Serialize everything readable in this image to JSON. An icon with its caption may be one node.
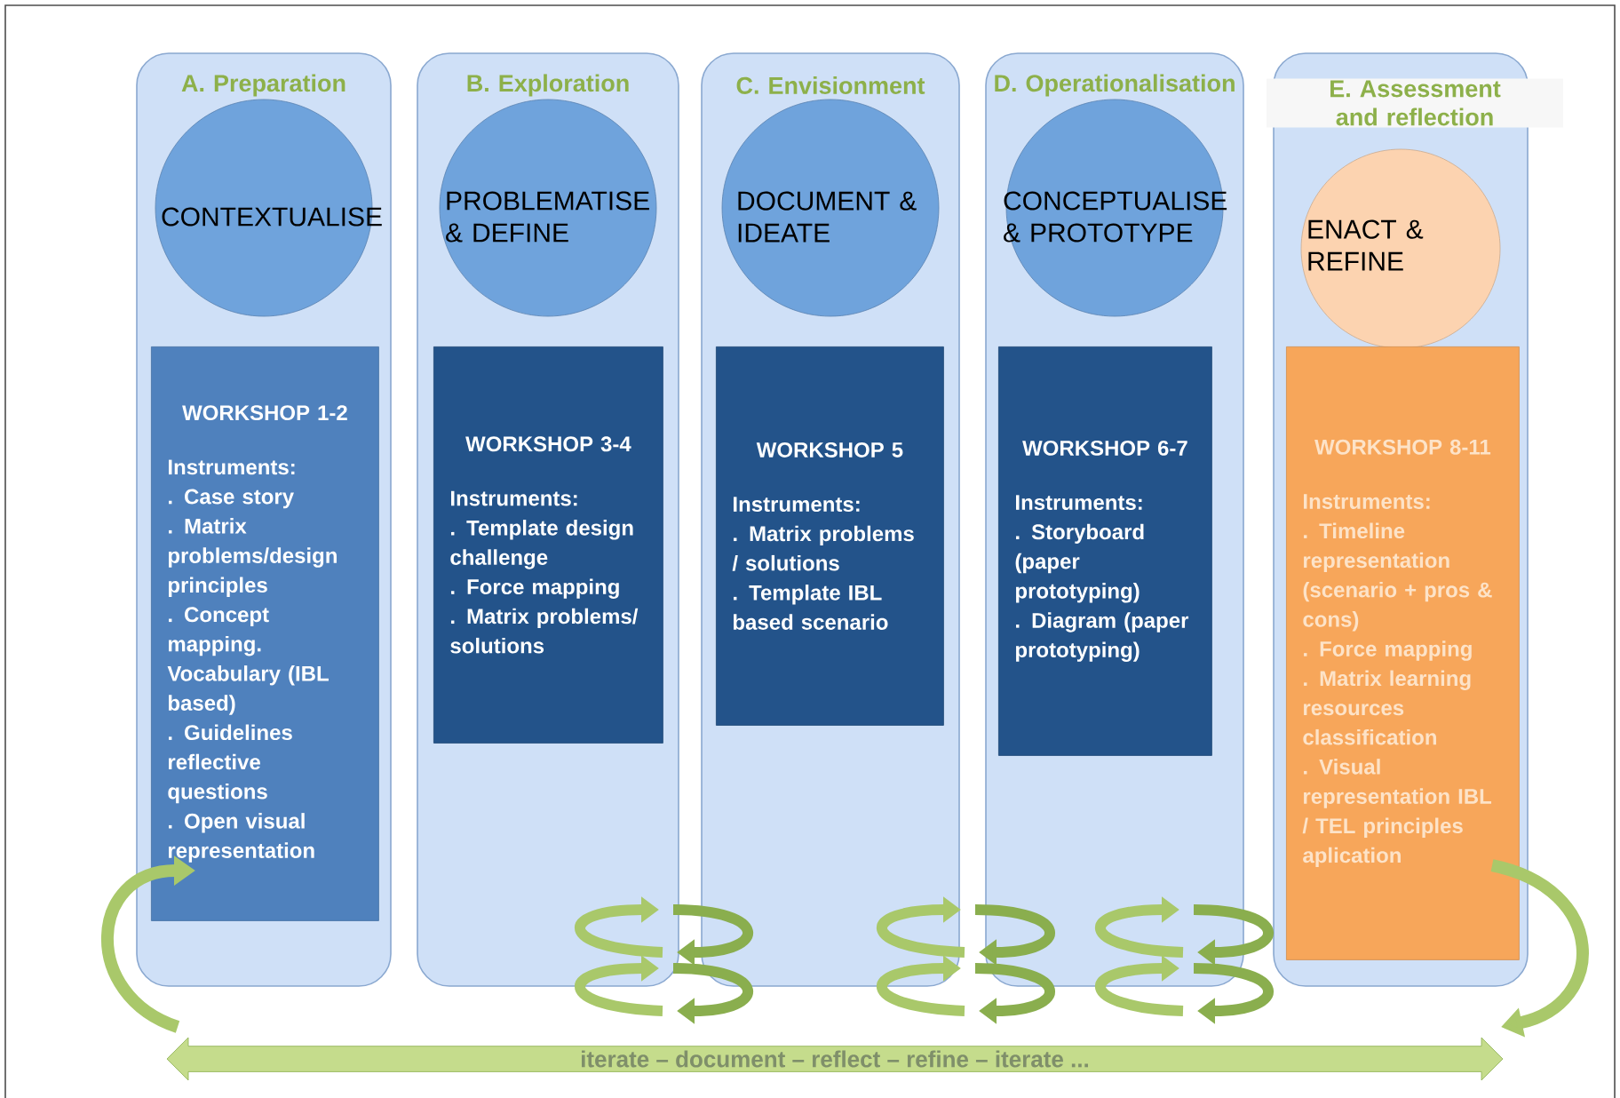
{
  "diagram": {
    "nodes": [
      {
        "text": [
          "A. Preparation"
        ]
      },
      {
        "text": [
          "CONTEXTUALISE"
        ],
        "in": 0
      },
      {
        "text": [
          "WORKSHOP 1-2",
          "Instruments:",
          ". Case story",
          ". Matrix problems/design principles",
          ". Concept mapping. Vocabulary (IBL based)",
          ". Guidelines reflective questions",
          ". Open visual representation"
        ],
        "in": 0
      },
      {
        "text": [
          "B. Exploration"
        ]
      },
      {
        "text": [
          "PROBLEMATISE & DEFINE"
        ],
        "in": 3
      },
      {
        "text": [
          "WORKSHOP  3-4",
          "Instruments:",
          ". Template design challenge",
          ". Force mapping",
          ". Matrix problems/ solutions"
        ],
        "in": 3
      },
      {
        "text": [
          "C. Envisionment"
        ]
      },
      {
        "text": [
          "DOCUMENT & IDEATE"
        ],
        "in": 6
      },
      {
        "text": [
          "WORKSHOP 5",
          "Instruments:",
          ". Matrix problems / solutions",
          ". Template IBL based scenario"
        ],
        "in": 6
      },
      {
        "text": [
          "D. Operationalisation"
        ]
      },
      {
        "text": [
          "CONCEPTUALISE & PROTOTYPE"
        ],
        "in": 9
      },
      {
        "text": [
          "WORKSHOP 6-7",
          "Instruments:",
          ". Storyboard (paper prototyping)",
          ". Diagram (paper prototyping)"
        ],
        "in": 9
      },
      {
        "text": [
          "E. Assessment and reflection"
        ]
      },
      {
        "text": [
          "ENACT & REFINE"
        ],
        "in": 12
      },
      {
        "text": [
          "WORKSHOP 8-11",
          "Instruments:",
          ". Timeline representation (scenario + pros & cons)",
          ". Force mapping",
          ". Matrix learning resources classification",
          ". Visual representation IBL / TEL principles aplication"
        ],
        "in": 12
      },
      {
        "text": [
          "iterate – document – reflect – refine – iterate ..."
        ]
      }
    ]
  }
}
